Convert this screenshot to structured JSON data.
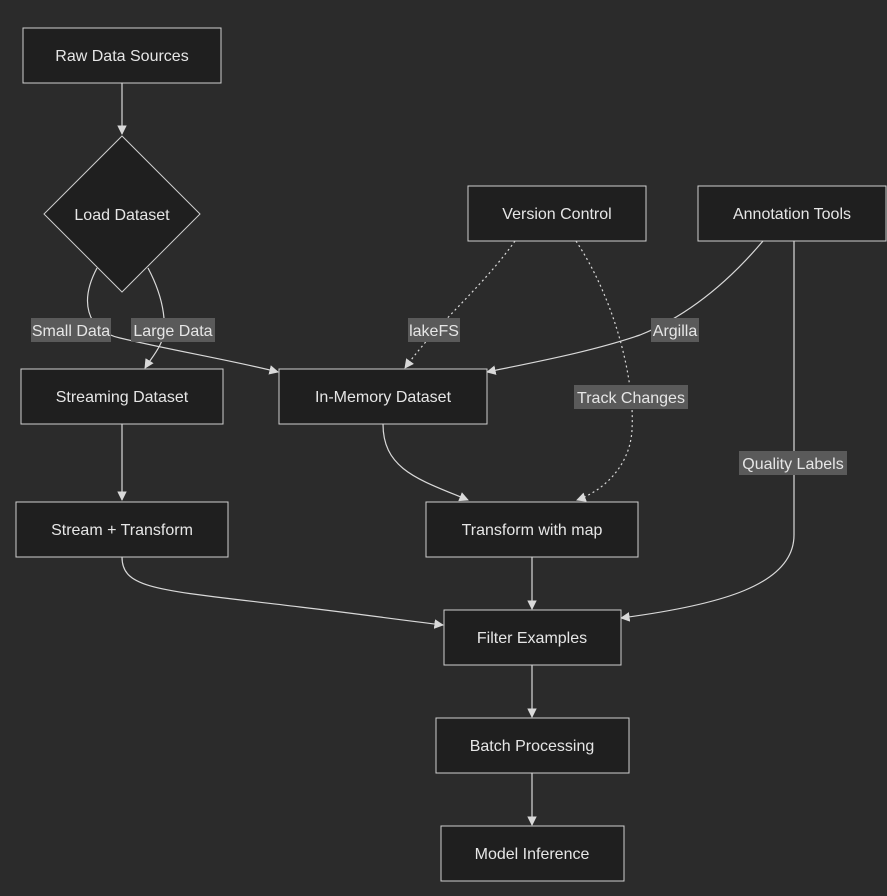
{
  "nodes": {
    "raw": {
      "label": "Raw Data Sources"
    },
    "load": {
      "label": "Load Dataset"
    },
    "version": {
      "label": "Version Control"
    },
    "annotation": {
      "label": "Annotation Tools"
    },
    "streaming": {
      "label": "Streaming Dataset"
    },
    "inmemory": {
      "label": "In-Memory Dataset"
    },
    "stream_transform": {
      "label": "Stream + Transform"
    },
    "transform_map": {
      "label": "Transform with map"
    },
    "filter": {
      "label": "Filter Examples"
    },
    "batch": {
      "label": "Batch Processing"
    },
    "inference": {
      "label": "Model Inference"
    }
  },
  "edge_labels": {
    "small": "Small Data",
    "large": "Large Data",
    "lakefs": "lakeFS",
    "argilla": "Argilla",
    "track": "Track Changes",
    "quality": "Quality Labels"
  },
  "colors": {
    "background": "#2b2b2b",
    "node_fill": "#1f1f1f",
    "node_stroke": "#cfcfcf",
    "edge": "#d9d9d9",
    "label_bg": "#5a5a5a",
    "text": "#e6e6e6"
  }
}
